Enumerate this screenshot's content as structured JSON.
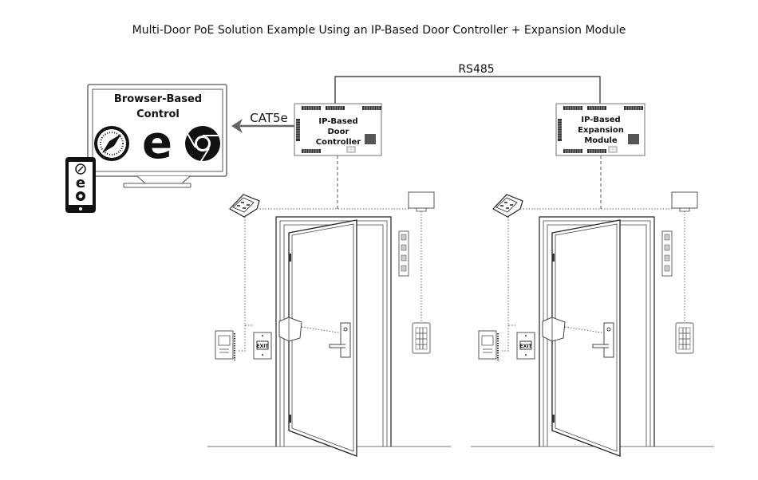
{
  "title": "Multi-Door PoE Solution Example Using an IP-Based Door Controller + Expansion Module",
  "monitor": {
    "label_line1": "Browser-Based",
    "label_line2": "Control",
    "icons": [
      "safari-compass-icon",
      "edge-e-icon",
      "chrome-icon"
    ]
  },
  "phone": {
    "icons": [
      "safari-compass-icon",
      "edge-e-icon",
      "chrome-icon"
    ]
  },
  "links": {
    "cat5e": "CAT5e",
    "rs485": "RS485"
  },
  "controller": {
    "line1": "IP-Based",
    "line2": "Door",
    "line3": "Controller"
  },
  "expansion": {
    "line1": "IP-Based",
    "line2": "Expansion",
    "line3": "Module"
  },
  "doors": [
    {
      "exit_label": "EXIT"
    },
    {
      "exit_label": "EXIT"
    }
  ],
  "colors": {
    "line": "#222222",
    "chip": "#555555",
    "background": "#ffffff"
  }
}
